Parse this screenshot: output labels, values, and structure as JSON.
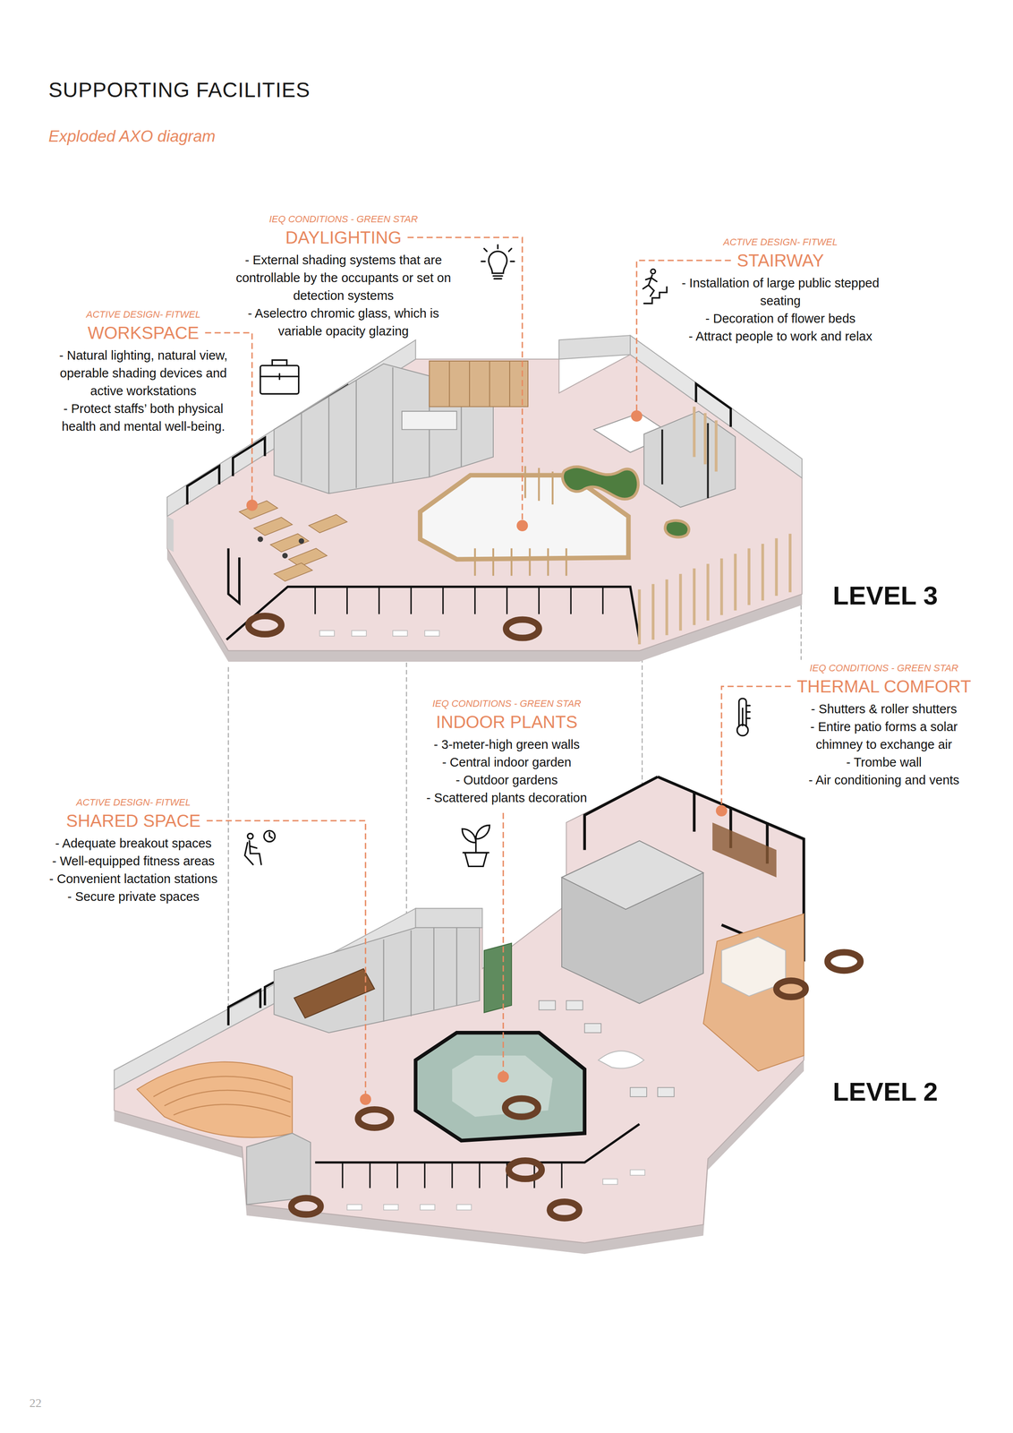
{
  "diagram": {
    "title": "SUPPORTING FACILITIES",
    "labels": [
      "Exploded AXO diagram",
      "IEQ CONDITIONS - GREEN STAR",
      "DAYLIGHTING",
      "- External shading systems that are controllable by the occupants or set on detection systems",
      "- Aselectro chromic glass, which is variable opacity glazing",
      "ACTIVE DESIGN- FITWEL",
      "WORKSPACE",
      "- Natural lighting, natural view, operable shading devices and active workstations",
      "- Protect staffs’ both physical health and mental well-being.",
      "ACTIVE DESIGN- FITWEL",
      "STAIRWAY",
      "- Installation of large public stepped seating",
      "- Decoration of flower beds",
      "- Attract people to work and relax",
      "LEVEL 3",
      "IEQ CONDITIONS - GREEN STAR",
      "THERMAL COMFORT",
      "- Shutters & roller shutters",
      "- Entire patio forms a solar chimney to exchange air",
      "- Trombe wall",
      "- Air conditioning and vents",
      "IEQ CONDITIONS - GREEN STAR",
      "INDOOR PLANTS",
      "- 3-meter-high green walls",
      "- Central indoor garden",
      "- Outdoor gardens",
      "- Scattered plants decoration",
      "ACTIVE DESIGN- FITWEL",
      "SHARED SPACE",
      "- Adequate breakout spaces",
      "- Well-equipped fitness areas",
      "- Convenient lactation stations",
      "- Secure private spaces",
      "LEVEL 2",
      "22"
    ]
  }
}
